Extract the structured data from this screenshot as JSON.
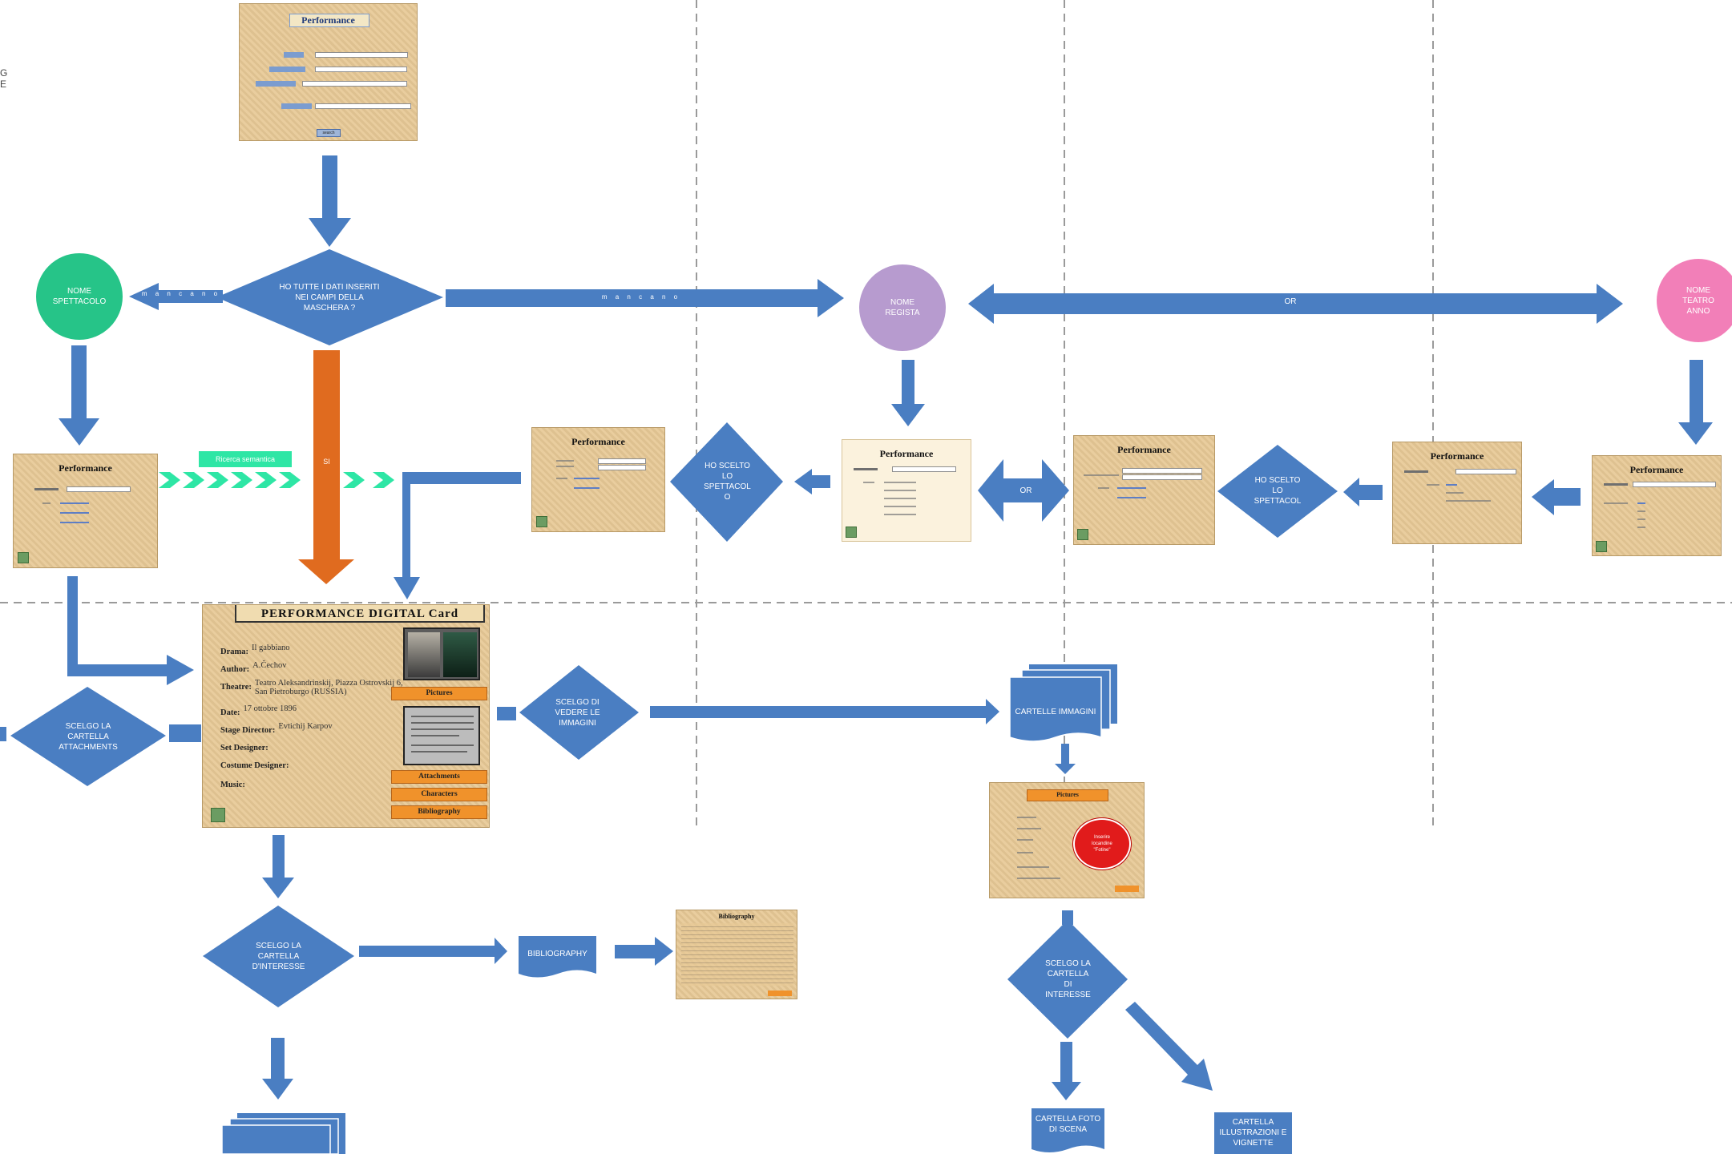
{
  "colors": {
    "flow_blue": "#4a7ec2",
    "orange": "#e06b1f",
    "teal_circle": "#26c488",
    "lilac_circle": "#b79bcf",
    "pink_circle": "#f27fb8",
    "green_chevron": "#2ee6a5",
    "form_bg": "#e7c996",
    "red_dot": "#e11b1b"
  },
  "top_form": {
    "title": "Performance",
    "search_button": "search"
  },
  "decision_main": {
    "text": "HO TUTTE I DATI INSERITI\nNEI CAMPI DELLA\nMASCHERA ?"
  },
  "arrow_left_tag": "m  a  n  c  a  n  o",
  "arrow_right_tag": "m  a  n  c  a  n  o",
  "arrow_down_tag": "SI",
  "circle_nome_spettacolo": "NOME\nSPETTACOLO",
  "circle_nome_regista": "NOME\nREGISTA",
  "circle_nome_teatro": "NOME\nTEATRO\nANNO",
  "or_label_top": "OR",
  "or_label_mid": "OR",
  "result_form_left": {
    "title": "Performance"
  },
  "green_banner": "Ricerca semantica",
  "result_form_mid": {
    "title": "Performance"
  },
  "decision_scelto_1": "HO SCELTO\nLO\nSPETTACOL\nO",
  "result_form_regista": {
    "title": "Performance"
  },
  "result_form_regista2": {
    "title": "Performance"
  },
  "decision_scelto_2": "HO SCELTO\nLO\nSPETTACOL",
  "result_form_teatro2": {
    "title": "Performance"
  },
  "result_form_teatro": {
    "title": "Performance"
  },
  "digital_card": {
    "title": "PERFORMANCE  DIGITAL  Card",
    "fields": [
      {
        "label": "Drama:",
        "value": "Il gabbiano"
      },
      {
        "label": "Author:",
        "value": "A.Čechov"
      },
      {
        "label": "Theatre:",
        "value": "Teatro Aleksandrinskij, Piazza Ostrovskij 6,\nSan Pietroburgo (RUSSIA)"
      },
      {
        "label": "Date:",
        "value": "17 ottobre 1896"
      },
      {
        "label": "Stage Director:",
        "value": "Evtichij Karpov"
      },
      {
        "label": "Set Designer:",
        "value": ""
      },
      {
        "label": "Costume Designer:",
        "value": ""
      },
      {
        "label": "Music:",
        "value": ""
      }
    ],
    "buttons": [
      "Pictures",
      "Attachments",
      "Characters",
      "Bibliography"
    ]
  },
  "decision_attachments": "SCELGO LA\nCARTELLA\nATTACHMENTS",
  "decision_immagini": "SCELGO DI\nVEDERE LE\nIMMAGINI",
  "cartelle_immagini": "CARTELLE IMMAGINI",
  "pictures_form": {
    "title": "Pictures",
    "red_dot_text": "Inserire\nlocandine\n\"Fotine\""
  },
  "decision_interesse_left": "SCELGO LA\nCARTELLA\nD'INTERESSE",
  "bibliography_doc": "BIBLIOGRAPHY",
  "bibliography_form": {
    "title": "Bibliography"
  },
  "decision_interesse_right": "SCELGO LA\nCARTELLA\nDI\nINTERESSE",
  "cartella_foto": "CARTELLA FOTO\nDI SCENA",
  "cartella_illustrazioni": "CARTELLA\nILLUSTRAZIONI E\nVIGNETTE",
  "edge_text": "G\nE"
}
